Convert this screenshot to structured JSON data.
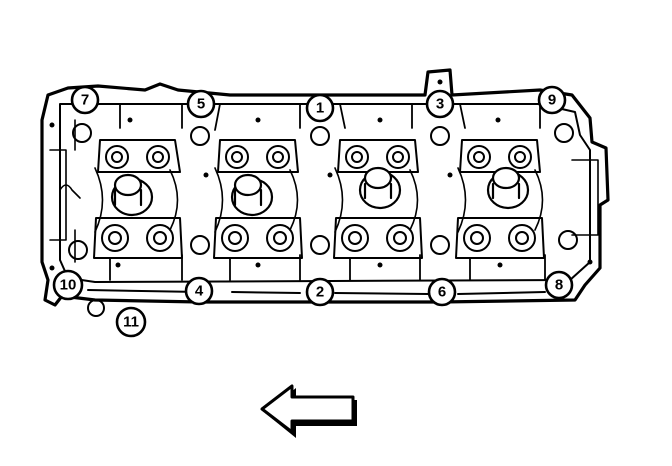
{
  "callouts": [
    {
      "id": "1",
      "label": "1"
    },
    {
      "id": "2",
      "label": "2"
    },
    {
      "id": "3",
      "label": "3"
    },
    {
      "id": "4",
      "label": "4"
    },
    {
      "id": "5",
      "label": "5"
    },
    {
      "id": "6",
      "label": "6"
    },
    {
      "id": "7",
      "label": "7"
    },
    {
      "id": "8",
      "label": "8"
    },
    {
      "id": "9",
      "label": "9"
    },
    {
      "id": "10",
      "label": "10"
    },
    {
      "id": "11",
      "label": "11"
    }
  ],
  "direction_arrow": {
    "icon": "left-arrow-icon",
    "direction": "left"
  },
  "colors": {
    "ink": "#000000",
    "paper": "#ffffff"
  }
}
